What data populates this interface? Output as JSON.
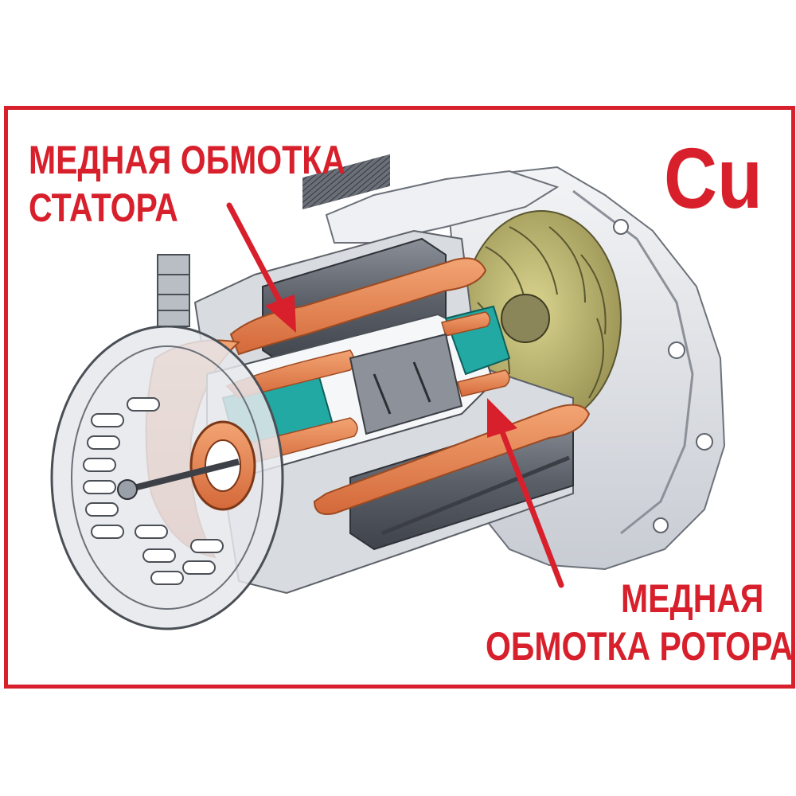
{
  "labels": {
    "stator_line1": "МЕДНАЯ ОБМОТКА",
    "stator_line2": "СТАТОРА",
    "rotor_line1": "МЕДНАЯ",
    "rotor_line2": "ОБМОТКА РОТОРА",
    "element_symbol": "Cu"
  },
  "colors": {
    "accent_red": "#d7202b",
    "copper": "#e8864a",
    "teal": "#22a9a4",
    "olive_fan": "#b9b26a",
    "steel": "#c9cdd4"
  },
  "icons": {
    "stator_arrow": "arrow-down-right",
    "rotor_arrow": "arrow-down"
  }
}
